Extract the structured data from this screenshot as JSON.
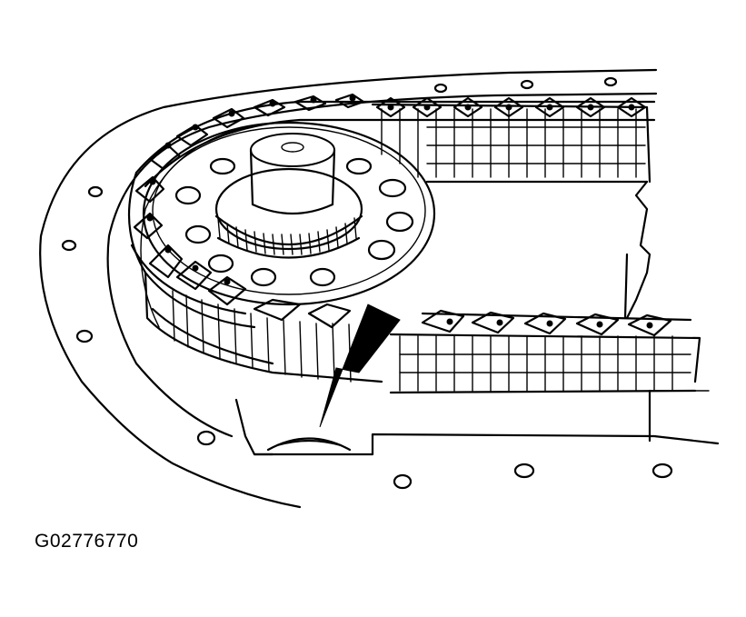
{
  "diagram": {
    "figure_id": "G02776770",
    "subject": "timing-chain-on-camshaft-sprocket",
    "pointer": "arrow-pointing-down-left",
    "colors": {
      "line": "#000000",
      "background": "#ffffff"
    }
  }
}
